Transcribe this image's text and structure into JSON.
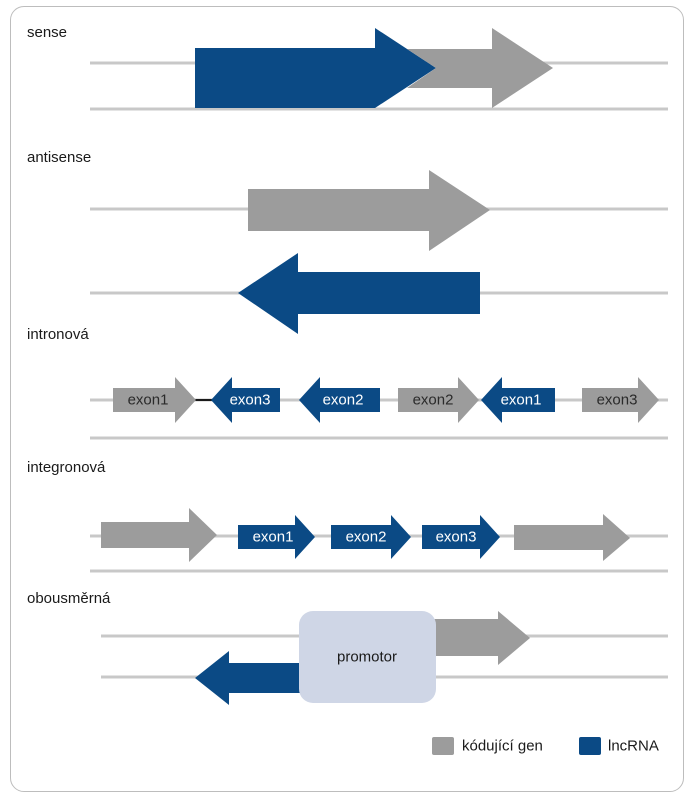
{
  "colors": {
    "coding_gene": "#9c9c9c",
    "lncrna": "#0b4a85",
    "promoter_box": "#cfd6e6",
    "strand_line": "#c8c8c8"
  },
  "sections": {
    "sense": "sense",
    "antisense": "antisense",
    "intronic": "intronová",
    "intergenic": "integronová",
    "bidirectional": "obousměrná"
  },
  "intronic_exons": [
    "exon1",
    "exon3",
    "exon2",
    "exon2",
    "exon1",
    "exon3"
  ],
  "intergenic_exons": [
    "exon1",
    "exon2",
    "exon3"
  ],
  "promoter": "promotor",
  "legend": {
    "coding_gene": "kódující gen",
    "lncrna": "lncRNA"
  }
}
